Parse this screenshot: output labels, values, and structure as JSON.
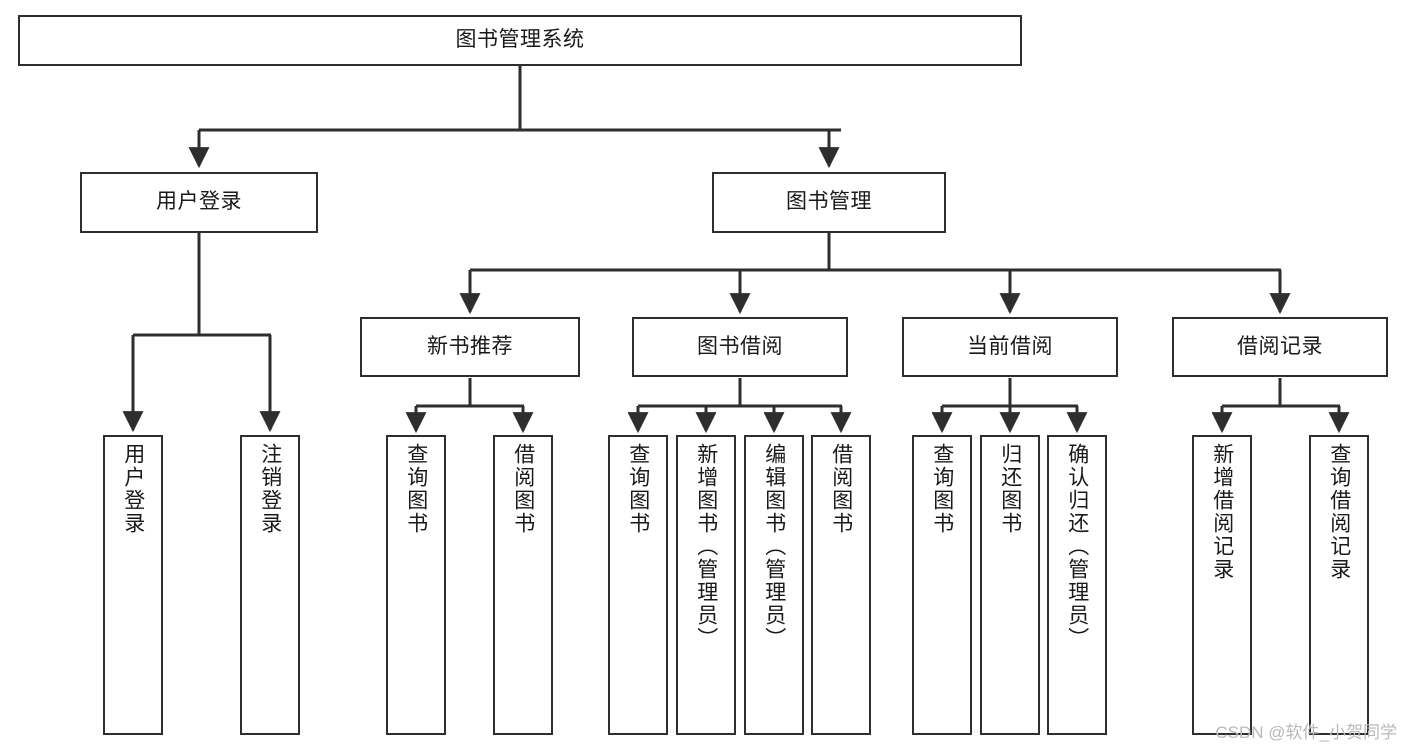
{
  "diagram": {
    "type": "tree",
    "title": "图书管理系统",
    "watermark": "CSDN @软件_小贺同学",
    "colors": {
      "node_border": "#2e2e2e",
      "node_fill": "#ffffff",
      "edge": "#2e2e2e",
      "text": "#1a1a1a",
      "watermark": "#b9b9b9"
    },
    "nodes": {
      "root": {
        "label": "图书管理系统",
        "orientation": "horizontal"
      },
      "level1": [
        {
          "label": "用户登录",
          "orientation": "horizontal"
        },
        {
          "label": "图书管理",
          "orientation": "horizontal"
        }
      ],
      "level2": [
        {
          "label": "新书推荐",
          "orientation": "horizontal"
        },
        {
          "label": "图书借阅",
          "orientation": "horizontal"
        },
        {
          "label": "当前借阅",
          "orientation": "horizontal"
        },
        {
          "label": "借阅记录",
          "orientation": "horizontal"
        }
      ],
      "leaves_user_login": [
        {
          "label": "用户登录",
          "orientation": "vertical"
        },
        {
          "label": "注销登录",
          "orientation": "vertical"
        }
      ],
      "leaves_new_book": [
        {
          "label": "查询图书",
          "orientation": "vertical"
        },
        {
          "label": "借阅图书",
          "orientation": "vertical"
        }
      ],
      "leaves_borrow": [
        {
          "label": "查询图书",
          "orientation": "vertical"
        },
        {
          "label": "新增图书（管理员）",
          "orientation": "vertical"
        },
        {
          "label": "编辑图书（管理员）",
          "orientation": "vertical"
        },
        {
          "label": "借阅图书",
          "orientation": "vertical"
        }
      ],
      "leaves_current": [
        {
          "label": "查询图书",
          "orientation": "vertical"
        },
        {
          "label": "归还图书",
          "orientation": "vertical"
        },
        {
          "label": "确认归还（管理员）",
          "orientation": "vertical"
        }
      ],
      "leaves_records": [
        {
          "label": "新增借阅记录",
          "orientation": "vertical"
        },
        {
          "label": "查询借阅记录",
          "orientation": "vertical"
        }
      ]
    }
  }
}
